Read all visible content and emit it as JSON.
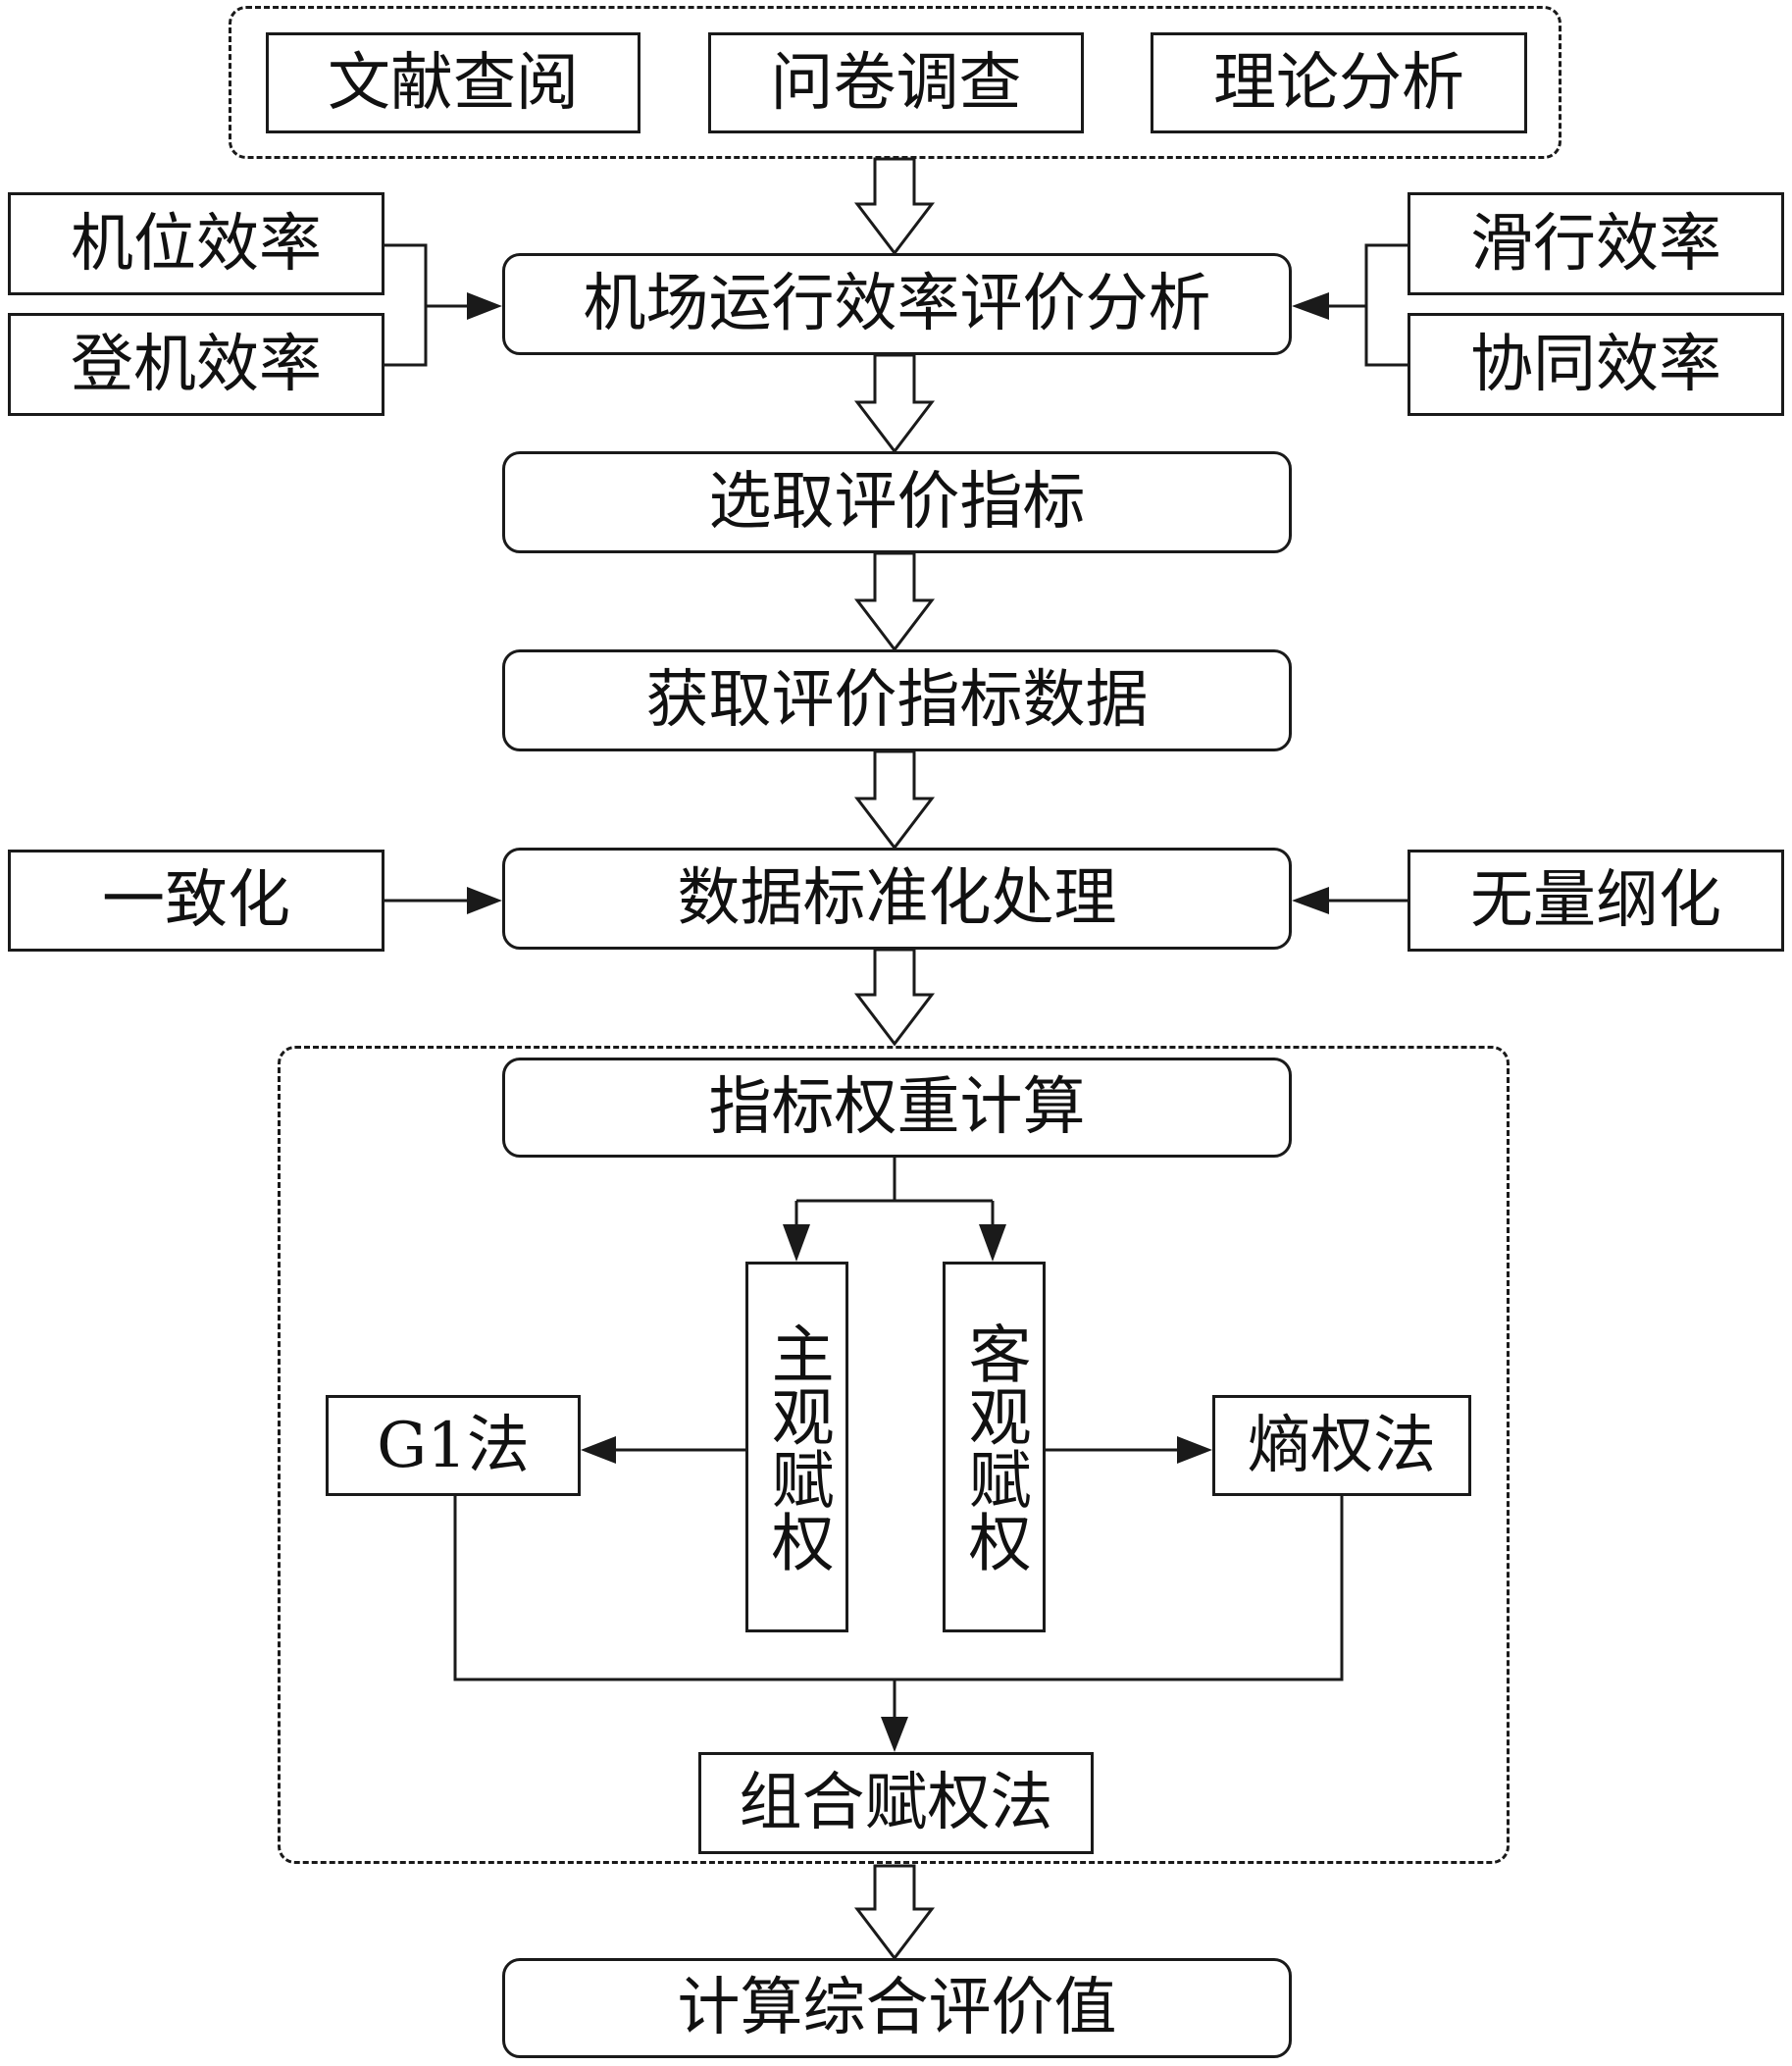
{
  "sources": [
    "文献查阅",
    "问卷调查",
    "理论分析"
  ],
  "left_factors": [
    "机位效率",
    "登机效率"
  ],
  "right_factors": [
    "滑行效率",
    "协同效率"
  ],
  "steps": {
    "analysis": "机场运行效率评价分析",
    "select": "选取评价指标",
    "acquire": "获取评价指标数据",
    "standardize": "数据标准化处理",
    "weight": "指标权重计算",
    "final": "计算综合评价值"
  },
  "standardize_inputs": {
    "left": "一致化",
    "right": "无量纲化"
  },
  "weighting": {
    "subjective": "主观赋权",
    "objective": "客观赋权",
    "subjective_method": "G1法",
    "objective_method": "熵权法",
    "combined": "组合赋权法"
  }
}
